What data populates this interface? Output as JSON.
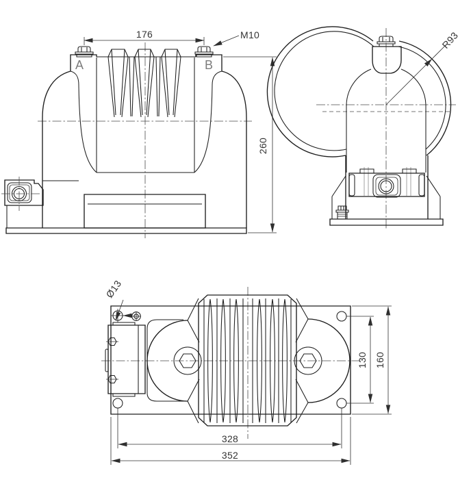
{
  "front_view": {
    "terminal_label_a": "A",
    "terminal_label_b": "B",
    "dim_terminal_spacing": "176",
    "dim_terminal_thread": "M10",
    "dim_overall_height": "260"
  },
  "side_view": {
    "dim_body_radius": "R93"
  },
  "plan_view": {
    "dim_mounting_hole": "Ø13",
    "dim_hole_pitch_width": "130",
    "dim_base_width": "160",
    "dim_hole_pitch_length": "328",
    "dim_base_length": "352"
  },
  "style": {
    "background": "#ffffff",
    "line_color": "#1d1d1d",
    "centerline_color": "#4a4a4a",
    "hidden_line_color": "#a2a2a2",
    "dimension_color": "#2f2f2f",
    "terminal_label_color": "#7c7c7c"
  }
}
